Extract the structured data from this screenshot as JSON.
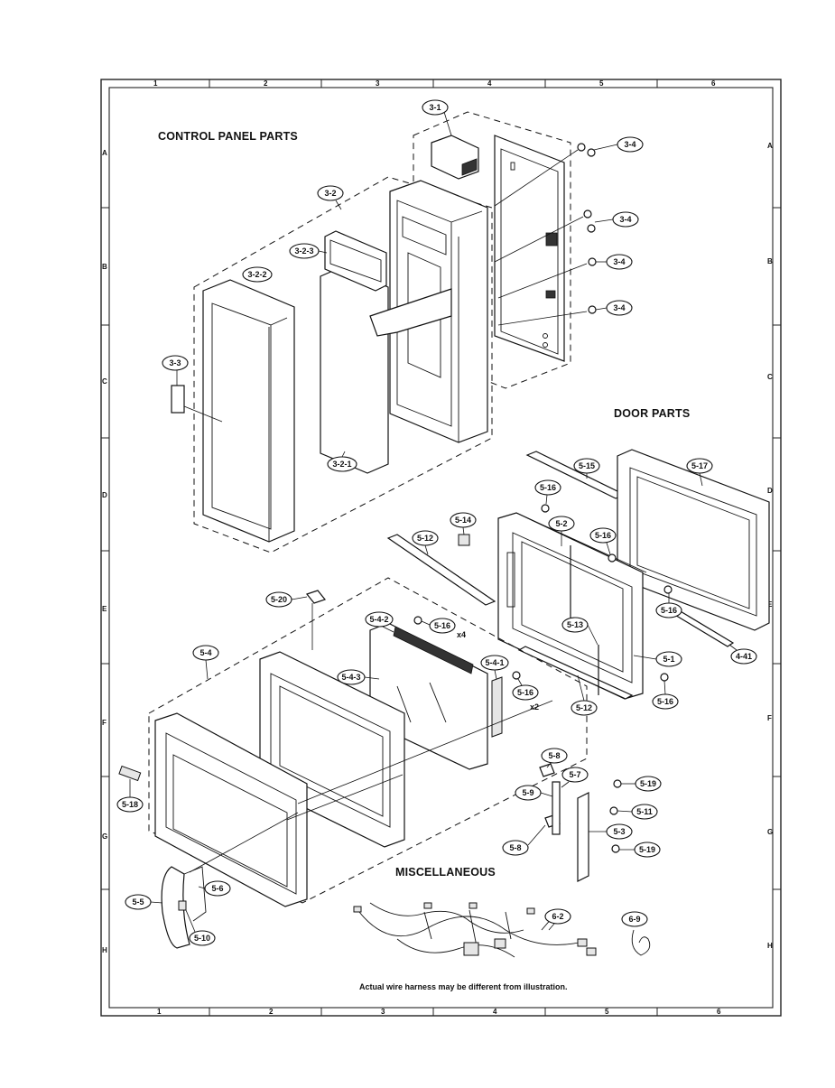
{
  "sections": {
    "control_panel": "CONTROL PANEL PARTS",
    "door": "DOOR PARTS",
    "misc": "MISCELLANEOUS"
  },
  "caption": "Actual wire harness may be different from illustration.",
  "grid": {
    "columns": [
      "1",
      "2",
      "3",
      "4",
      "5",
      "6"
    ],
    "rows": [
      "A",
      "B",
      "C",
      "D",
      "E",
      "F",
      "G",
      "H"
    ]
  },
  "callouts": {
    "c3_1": "3-1",
    "c3_4a": "3-4",
    "c3_4b": "3-4",
    "c3_4c": "3-4",
    "c3_4d": "3-4",
    "c3_2": "3-2",
    "c3_2_3": "3-2-3",
    "c3_2_2": "3-2-2",
    "c3_3": "3-3",
    "c3_2_1": "3-2-1",
    "c5_15": "5-15",
    "c5_17": "5-17",
    "c5_16a": "5-16",
    "c5_14": "5-14",
    "c5_2": "5-2",
    "c5_16b": "5-16",
    "c5_12a": "5-12",
    "c5_20": "5-20",
    "c5_16c": "5-16",
    "c5_13": "5-13",
    "c5_4_2": "5-4-2",
    "c5_16d": "5-16",
    "c4_41": "4-41",
    "c5_1": "5-1",
    "c5_4": "5-4",
    "c5_4_3": "5-4-3",
    "c5_4_1": "5-4-1",
    "c5_16e": "5-16",
    "c5_12b": "5-12",
    "c5_16f": "5-16",
    "c5_8a": "5-8",
    "c5_7": "5-7",
    "c5_19a": "5-19",
    "c5_9": "5-9",
    "c5_11": "5-11",
    "c5_18": "5-18",
    "c5_3": "5-3",
    "c5_8b": "5-8",
    "c5_19b": "5-19",
    "c5_5": "5-5",
    "c5_6": "5-6",
    "c5_10": "5-10",
    "c6_2": "6-2",
    "c6_9": "6-9"
  },
  "qty": {
    "x4": "x4",
    "x2": "x2"
  }
}
